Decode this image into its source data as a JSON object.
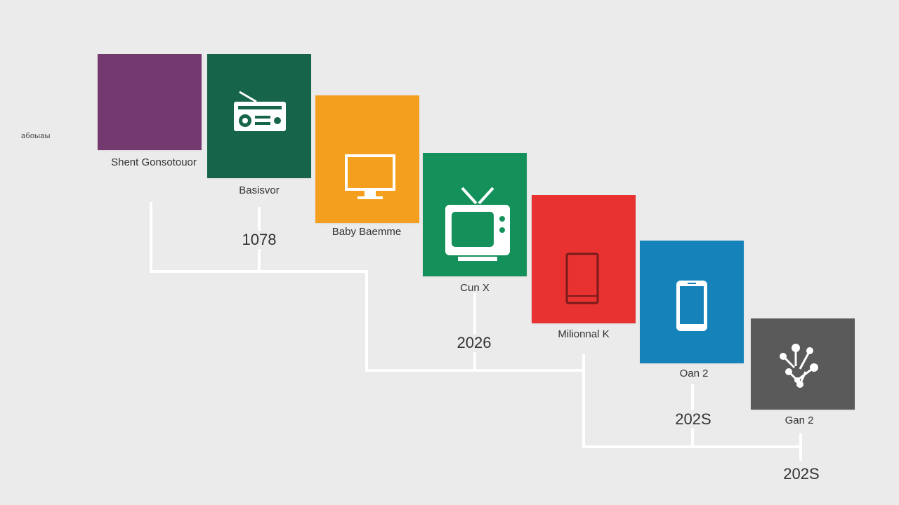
{
  "side_label": "абоыаы",
  "colors": {
    "purple": "#743a6f",
    "dark_green": "#16654a",
    "orange": "#f59f1f",
    "green": "#14915a",
    "red": "#e83131",
    "blue": "#1583b9",
    "gray": "#5a5a5a",
    "connector": "#ffffff",
    "background": "#ebebeb"
  },
  "cards": [
    {
      "caption": "Shent Gonsotouor",
      "icon": "blank"
    },
    {
      "caption": "Basisvor",
      "icon": "radio-icon"
    },
    {
      "caption": "Baby Baemme",
      "icon": "monitor-icon"
    },
    {
      "caption": "Cun X",
      "icon": "tv-icon"
    },
    {
      "caption": "Milionnal K",
      "icon": "tablet-icon"
    },
    {
      "caption": "Oan 2",
      "icon": "smartphone-icon"
    },
    {
      "caption": "Gan 2",
      "icon": "network-icon"
    }
  ],
  "years": [
    "1078",
    "2026",
    "202S",
    "202S"
  ]
}
